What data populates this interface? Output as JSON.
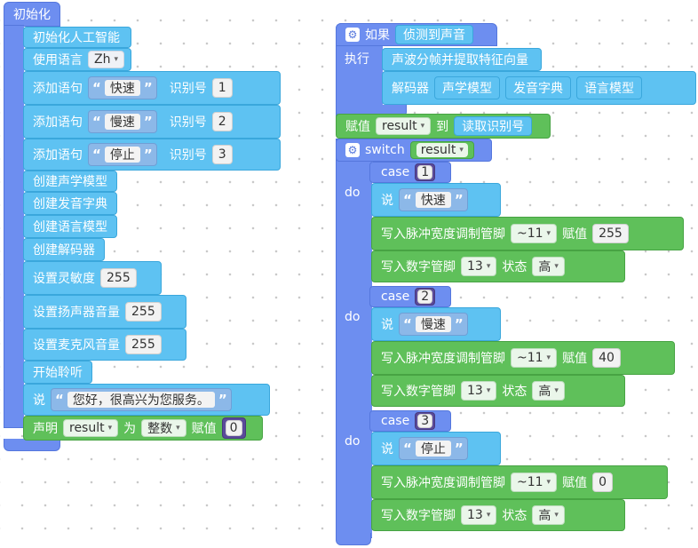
{
  "init": {
    "header": "初始化",
    "items": {
      "ai_init": "初始化人工智能",
      "lang_label": "使用语言",
      "lang_value": "Zh",
      "add_label": "添加语句",
      "id_label": "识别号",
      "phrase1": "快速",
      "id1": "1",
      "phrase2": "慢速",
      "id2": "2",
      "phrase3": "停止",
      "id3": "3",
      "create_acoustic": "创建声学模型",
      "create_dict": "创建发音字典",
      "create_lang": "创建语言模型",
      "create_decoder": "创建解码器",
      "sens_label": "设置灵敏度",
      "sens_value": "255",
      "spk_label": "设置扬声器音量",
      "spk_value": "255",
      "mic_label": "设置麦克风音量",
      "mic_value": "255",
      "listen": "开始聆听",
      "say_label": "说",
      "say_text": "您好，很高兴为您服务。",
      "declare_label": "声明",
      "declare_var": "result",
      "declare_as": "为",
      "declare_type": "整数",
      "assign_label": "赋值",
      "declare_value": "0"
    }
  },
  "logic": {
    "if_label": "如果",
    "if_cond": "侦测到声音",
    "exec_label": "执行",
    "extract": "声波分帧并提取特征向量",
    "decoder_label": "解码器",
    "acoustic": "声学模型",
    "dict": "发音字典",
    "lang": "语言模型",
    "assign_label": "赋值",
    "assign_var": "result",
    "to_label": "到",
    "read_id": "读取识别号",
    "switch_label": "switch",
    "switch_var": "result",
    "case_label": "case",
    "do_label": "do",
    "say_label": "说",
    "pwm_label": "写入脉冲宽度调制管脚",
    "pwm_pin": "~11",
    "pwm_assign": "赋值",
    "dig_label": "写入数字管脚",
    "dig_pin": "13",
    "state_label": "状态",
    "state_value": "高",
    "cases": [
      {
        "num": "1",
        "text": "快速",
        "pwm": "255"
      },
      {
        "num": "2",
        "text": "慢速",
        "pwm": "40"
      },
      {
        "num": "3",
        "text": "停止",
        "pwm": "0"
      }
    ]
  }
}
